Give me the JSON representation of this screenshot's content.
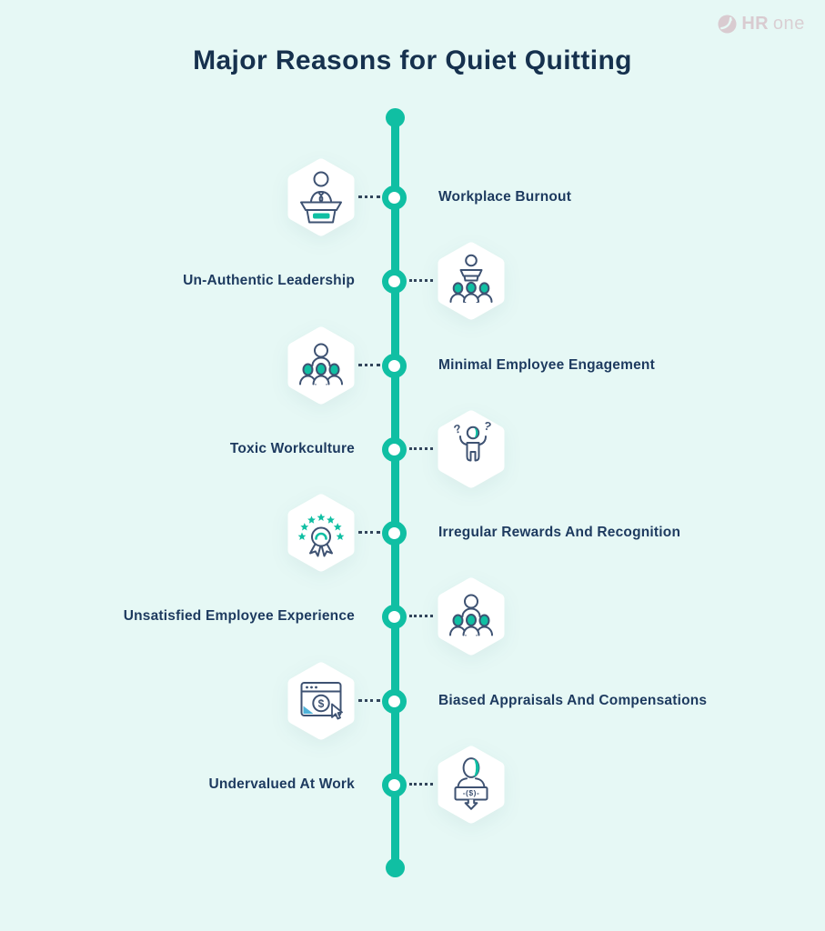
{
  "colors": {
    "background": "#e6f8f5",
    "accent_teal": "#10bfa3",
    "title_navy": "#16314e",
    "label_navy": "#1d3a5f",
    "icon_stroke_navy": "#3e5272",
    "connector_dot": "#32455b",
    "logo_muted_pink": "#d9cbd0",
    "triangle_blue": "#4fb3d9"
  },
  "logo": {
    "brand_bold": "HR",
    "brand_light": "one",
    "icon": "hrone-swoosh-icon"
  },
  "header": {
    "title": "Major Reasons for Quiet Quitting"
  },
  "timeline": {
    "style": "vertical-alternating",
    "items": [
      {
        "label": "Workplace Burnout",
        "icon": "speaker-at-podium-icon",
        "icon_side": "left"
      },
      {
        "label": "Un-Authentic Leadership",
        "icon": "leader-with-audience-icon",
        "icon_side": "right"
      },
      {
        "label": "Minimal Employee Engagement",
        "icon": "employee-group-icon",
        "icon_side": "left"
      },
      {
        "label": "Toxic Workculture",
        "icon": "confused-person-icon",
        "icon_side": "right",
        "question_mark": "?"
      },
      {
        "label": "Irregular Rewards And Recognition",
        "icon": "award-medal-stars-icon",
        "icon_side": "left"
      },
      {
        "label": "Unsatisfied Employee Experience",
        "icon": "employee-group-icon",
        "icon_side": "right"
      },
      {
        "label": "Biased Appraisals And Compensations",
        "icon": "payroll-window-cursor-icon",
        "icon_side": "left",
        "dollar_sign": "$"
      },
      {
        "label": "Undervalued At Work",
        "icon": "person-holding-pay-sign-icon",
        "icon_side": "right",
        "sign_text": "-($)-"
      }
    ]
  }
}
